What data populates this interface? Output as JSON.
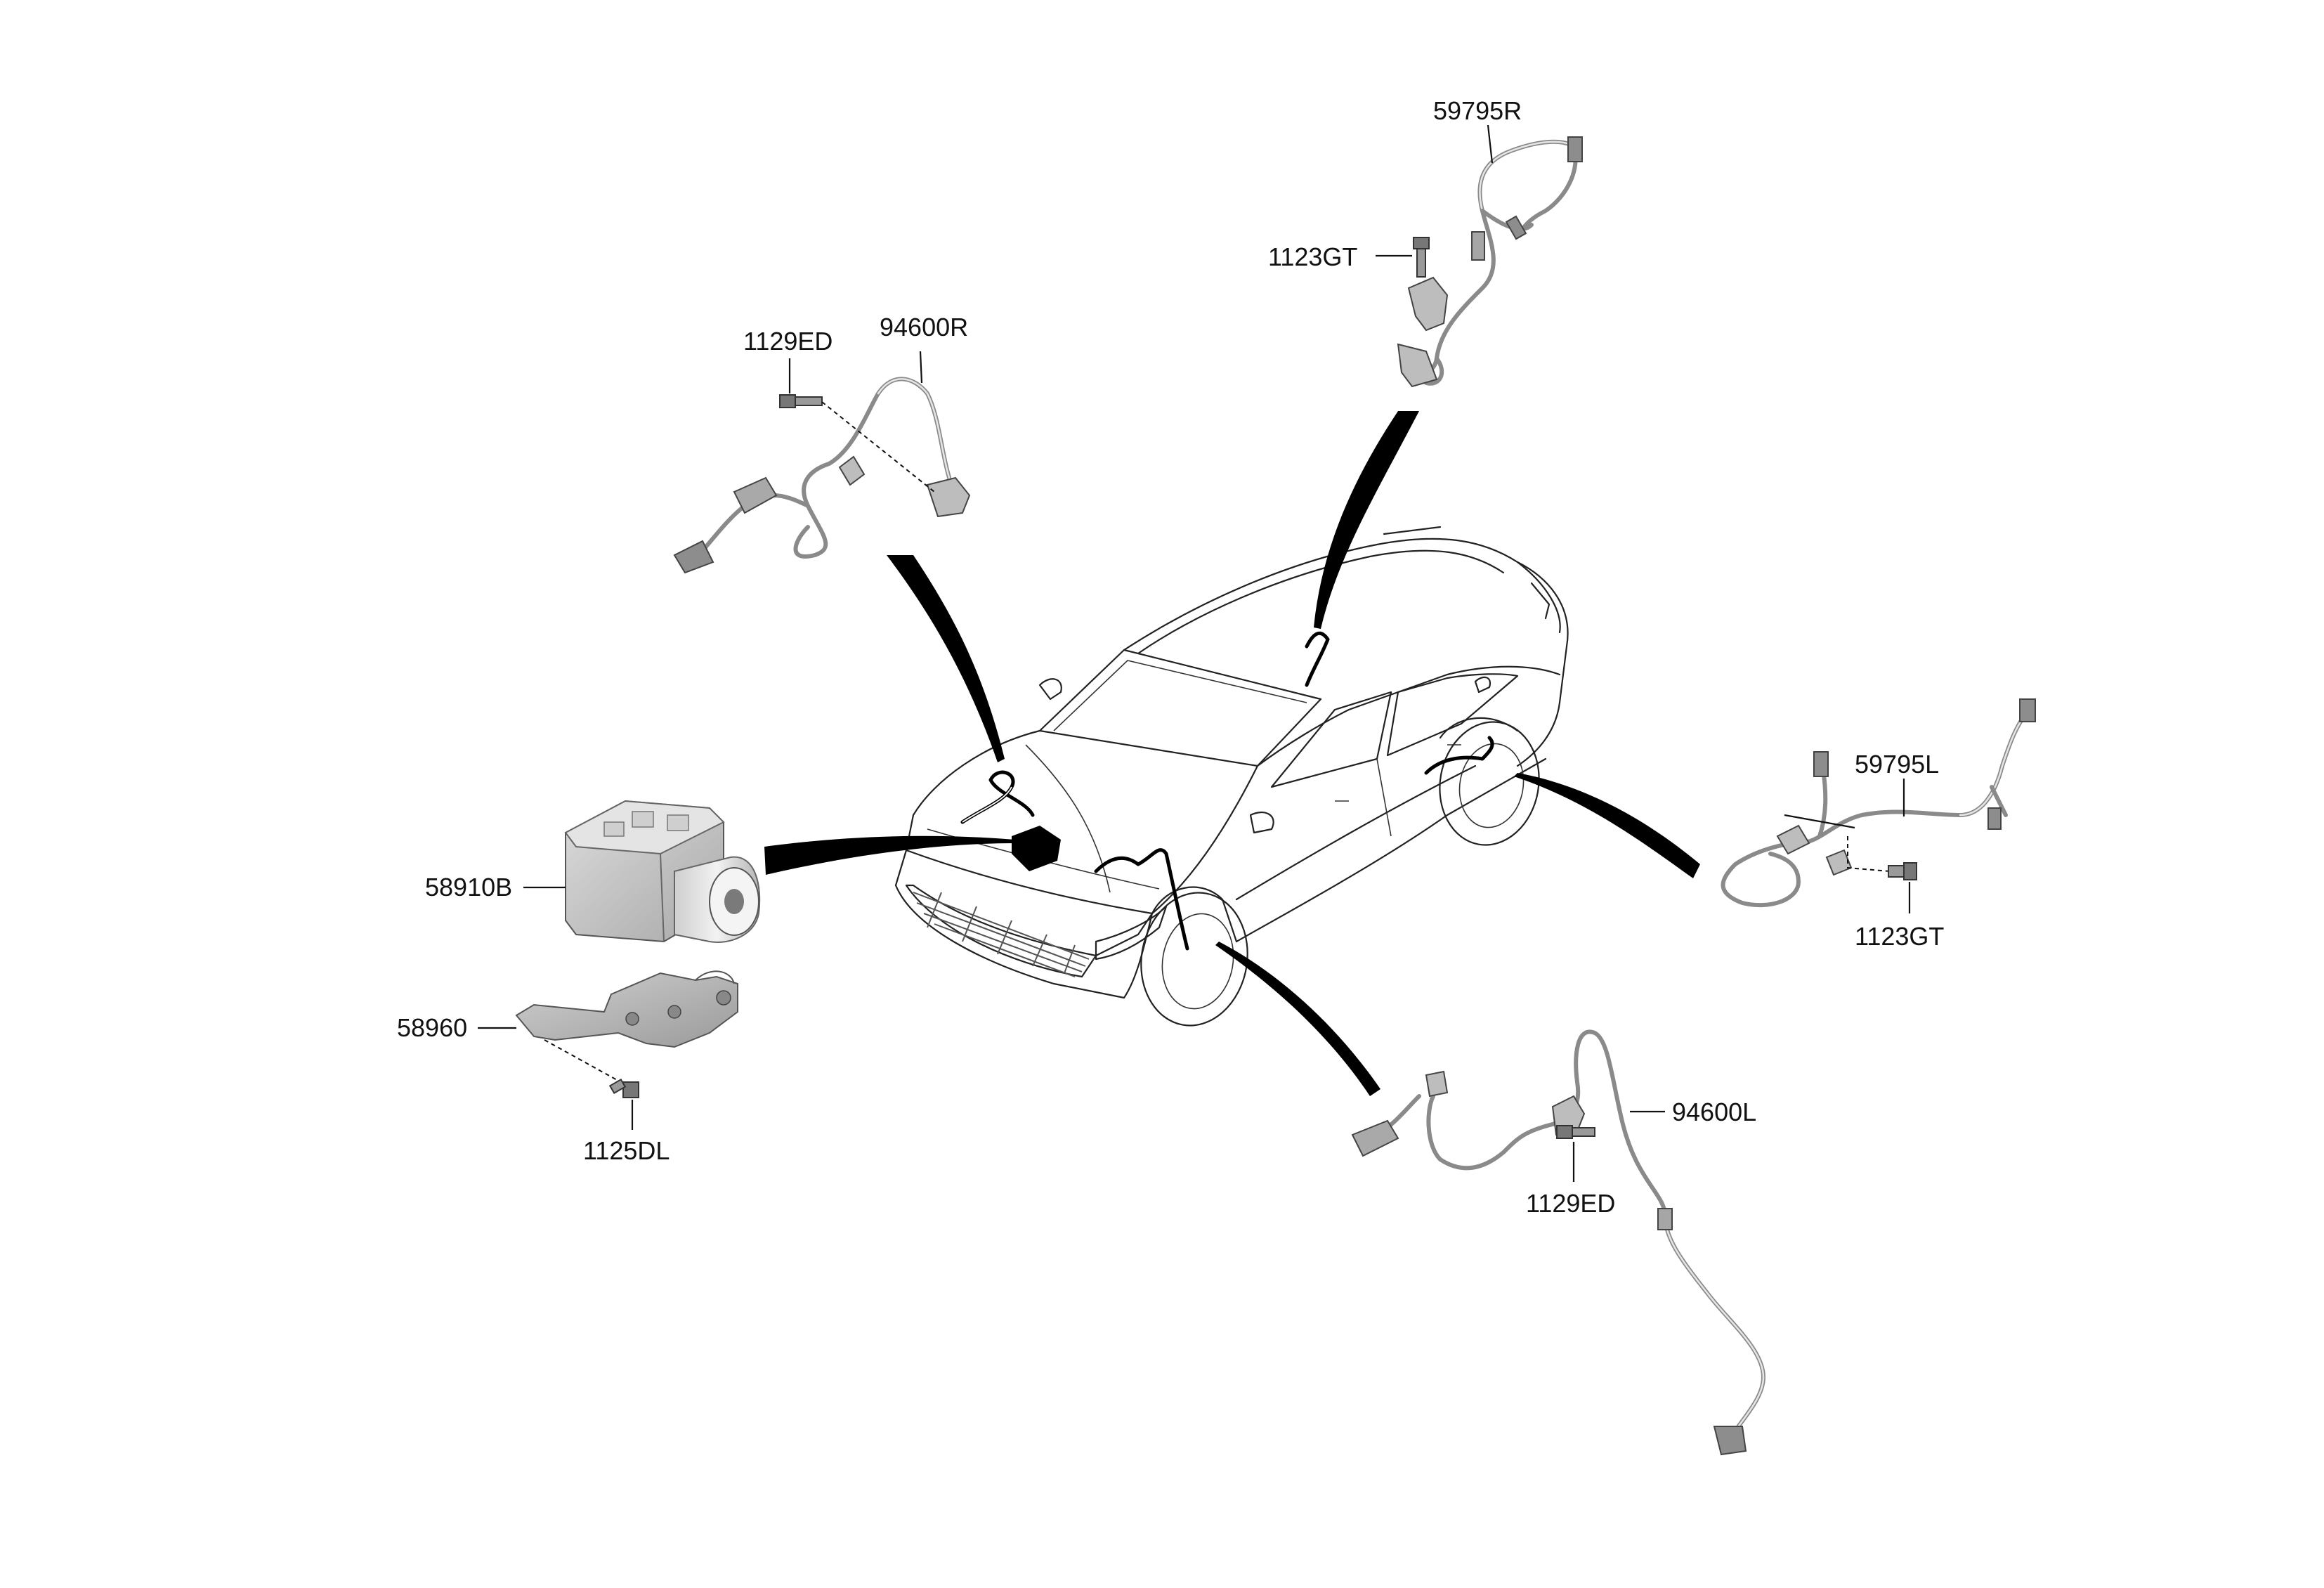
{
  "diagram": {
    "labels": {
      "sensor_rear_right": "59795R",
      "bolt_rear_right": "1123GT",
      "sensor_front_right_bolt": "1129ED",
      "sensor_front_right": "94600R",
      "abs_module": "58910B",
      "bracket": "58960",
      "bracket_bolt": "1125DL",
      "sensor_rear_left": "59795L",
      "bolt_rear_left": "1123GT",
      "sensor_front_left": "94600L",
      "sensor_front_left_bolt": "1129ED"
    }
  }
}
